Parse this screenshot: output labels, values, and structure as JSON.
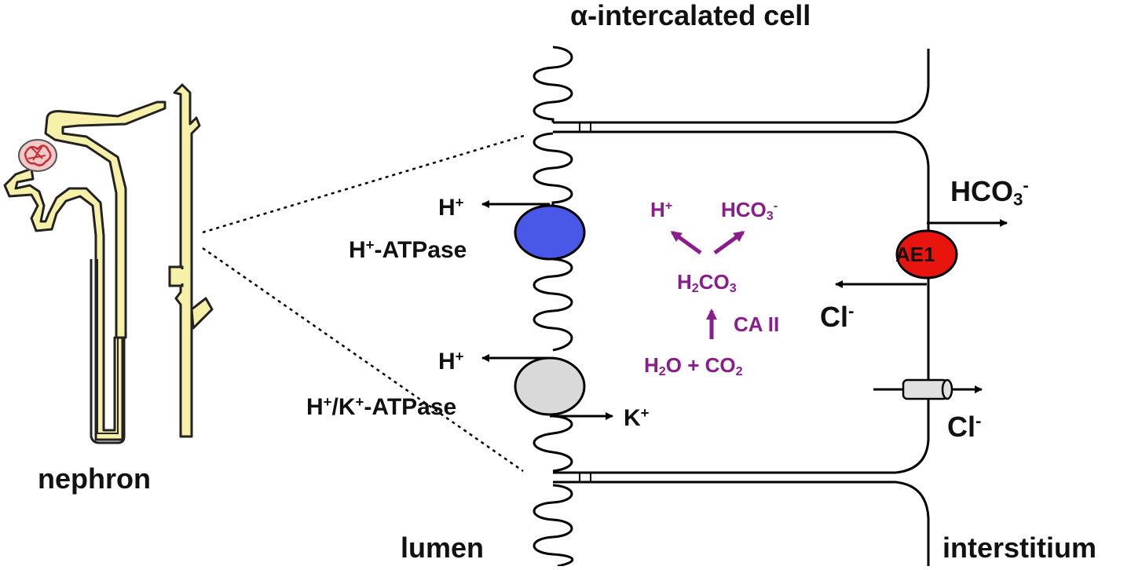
{
  "title": "α-intercalated cell",
  "labels": {
    "nephron": "nephron",
    "lumen": "lumen",
    "interstitium": "interstitium"
  },
  "transporters": {
    "h_atpase": {
      "ion_out": "H+",
      "name": "H+-ATPase",
      "color": "#4a58e8"
    },
    "hk_atpase": {
      "ion_out": "H+",
      "ion_in": "K+",
      "name": "H+/K+-ATPase",
      "color": "#d9d9d9"
    },
    "ae1": {
      "name": "AE1",
      "ion_out": "HCO3-",
      "ion_in": "Cl-",
      "color": "#e8140e"
    },
    "cl_channel": {
      "ion_out": "Cl-",
      "color": "#e0e0e0"
    }
  },
  "reaction": {
    "products": [
      "H+",
      "HCO3-"
    ],
    "intermediate": "H2CO3",
    "enzyme": "CA II",
    "reactants": "H2O + CO2",
    "color": "#8a1c8e"
  },
  "nephron_color": "#f7f0a8"
}
